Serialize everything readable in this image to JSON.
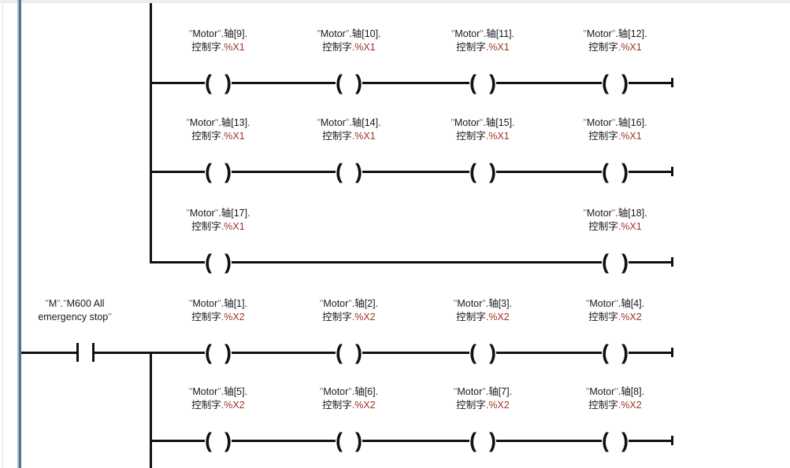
{
  "app": "plc-ladder-editor",
  "colors": {
    "text": "#1a1a1e",
    "quote": "#c06a2a",
    "bit_access": "#9c3424",
    "wire": "#111111",
    "power_rail_light": "#a4bfd1",
    "power_rail_dark": "#55728b"
  },
  "ladder": {
    "quote": "\"",
    "dot": ".",
    "motor_name": "Motor",
    "control_word": "控制字",
    "contact": {
      "tag_db": "M",
      "tag_name_line1": "M600 All",
      "tag_name_line2": "emergency stop"
    },
    "rows": [
      {
        "bit": "%X1",
        "coils": [
          {
            "col": 0,
            "axis": "轴[9]"
          },
          {
            "col": 1,
            "axis": "轴[10]"
          },
          {
            "col": 2,
            "axis": "轴[11]"
          },
          {
            "col": 3,
            "axis": "轴[12]"
          }
        ]
      },
      {
        "bit": "%X1",
        "coils": [
          {
            "col": 0,
            "axis": "轴[13]"
          },
          {
            "col": 1,
            "axis": "轴[14]"
          },
          {
            "col": 2,
            "axis": "轴[15]"
          },
          {
            "col": 3,
            "axis": "轴[16]"
          }
        ]
      },
      {
        "bit": "%X1",
        "coils": [
          {
            "col": 0,
            "axis": "轴[17]"
          },
          {
            "col": 3,
            "axis": "轴[18]"
          }
        ]
      },
      {
        "bit": "%X2",
        "coils": [
          {
            "col": 0,
            "axis": "轴[1]"
          },
          {
            "col": 1,
            "axis": "轴[2]"
          },
          {
            "col": 2,
            "axis": "轴[3]"
          },
          {
            "col": 3,
            "axis": "轴[4]"
          }
        ]
      },
      {
        "bit": "%X2",
        "coils": [
          {
            "col": 0,
            "axis": "轴[5]"
          },
          {
            "col": 1,
            "axis": "轴[6]"
          },
          {
            "col": 2,
            "axis": "轴[7]"
          },
          {
            "col": 3,
            "axis": "轴[8]"
          }
        ]
      }
    ]
  }
}
